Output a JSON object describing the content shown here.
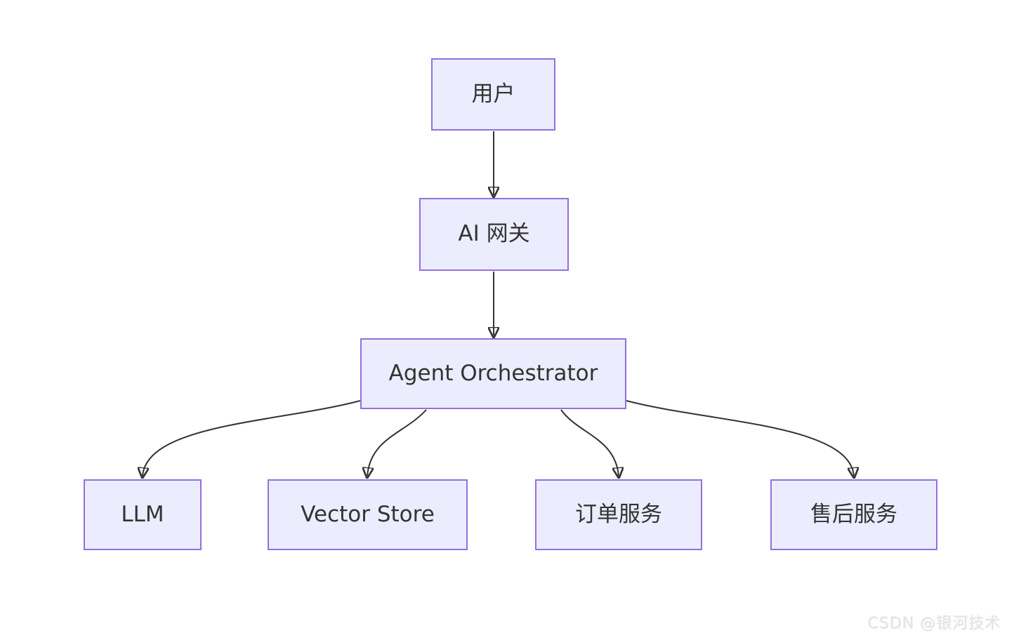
{
  "diagram": {
    "type": "flowchart-top-down",
    "nodes": {
      "user": {
        "label": "用户"
      },
      "gateway": {
        "label": "AI 网关"
      },
      "orchestrator": {
        "label": "Agent Orchestrator"
      },
      "llm": {
        "label": "LLM"
      },
      "vector_store": {
        "label": "Vector Store"
      },
      "order_service": {
        "label": "订单服务"
      },
      "aftersales_service": {
        "label": "售后服务"
      }
    },
    "edges": [
      {
        "from": "用户",
        "to": "AI 网关"
      },
      {
        "from": "AI 网关",
        "to": "Agent Orchestrator"
      },
      {
        "from": "Agent Orchestrator",
        "to": "LLM"
      },
      {
        "from": "Agent Orchestrator",
        "to": "Vector Store"
      },
      {
        "from": "Agent Orchestrator",
        "to": "订单服务"
      },
      {
        "from": "Agent Orchestrator",
        "to": "售后服务"
      }
    ],
    "colors": {
      "node_fill": "#ECECFF",
      "node_border": "#9370DB",
      "edge_stroke": "#333333",
      "text": "#333333",
      "background": "#FFFFFF",
      "watermark": "#E4E3E1"
    }
  },
  "watermark": {
    "text": "CSDN @银河技术"
  }
}
